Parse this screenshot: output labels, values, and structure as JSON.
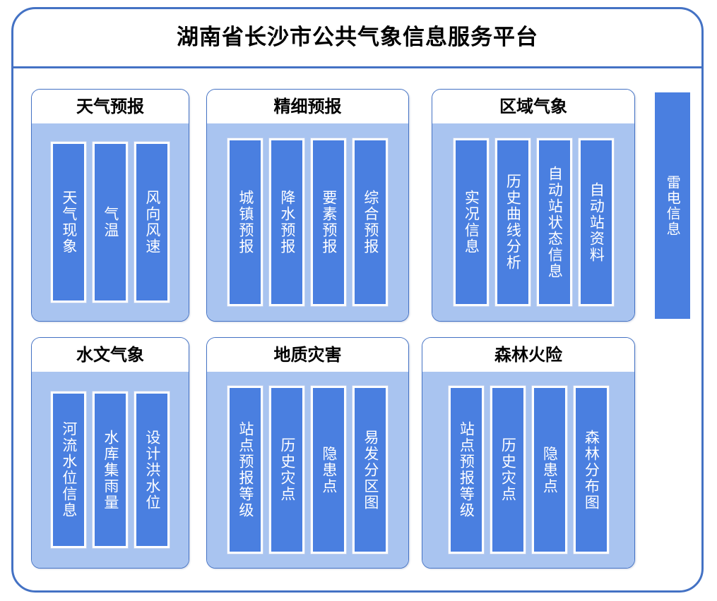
{
  "header": {
    "title": "湖南省长沙市公共气象信息服务平台"
  },
  "colors": {
    "frame_border": "#4472c4",
    "panel_body": "#a9c4f0",
    "item_fill": "#4a7fe0",
    "item_border": "#ffffff",
    "text_on_item": "#ffffff",
    "title_text": "#000000",
    "page_background": "#ffffff"
  },
  "panels": [
    {
      "id": "weather-forecast",
      "title": "天气预报",
      "items": [
        {
          "label": "天气现象"
        },
        {
          "label": "气温"
        },
        {
          "label": "风向风速"
        }
      ]
    },
    {
      "id": "fine-forecast",
      "title": "精细预报",
      "items": [
        {
          "label": "城镇预报"
        },
        {
          "label": "降水预报"
        },
        {
          "label": "要素预报"
        },
        {
          "label": "综合预报"
        }
      ]
    },
    {
      "id": "regional-meteorology",
      "title": "区域气象",
      "items": [
        {
          "label": "实况信息"
        },
        {
          "label": "历史曲线分析"
        },
        {
          "label": "自动站状态信息"
        },
        {
          "label": "自动站资料"
        }
      ]
    },
    {
      "id": "hydrometeorology",
      "title": "水文气象",
      "items": [
        {
          "label": "河流水位信息"
        },
        {
          "label": "水库集雨量"
        },
        {
          "label": "设计洪水位"
        }
      ]
    },
    {
      "id": "geological-disaster",
      "title": "地质灾害",
      "items": [
        {
          "label": "站点预报等级"
        },
        {
          "label": "历史灾点"
        },
        {
          "label": "隐患点"
        },
        {
          "label": "易发分区图"
        }
      ]
    },
    {
      "id": "forest-fire-risk",
      "title": "森林火险",
      "items": [
        {
          "label": "站点预报等级"
        },
        {
          "label": "历史灾点"
        },
        {
          "label": "隐患点"
        },
        {
          "label": "森林分布图"
        }
      ]
    }
  ],
  "standalone": {
    "id": "lightning-information",
    "label": "雷电信息"
  }
}
